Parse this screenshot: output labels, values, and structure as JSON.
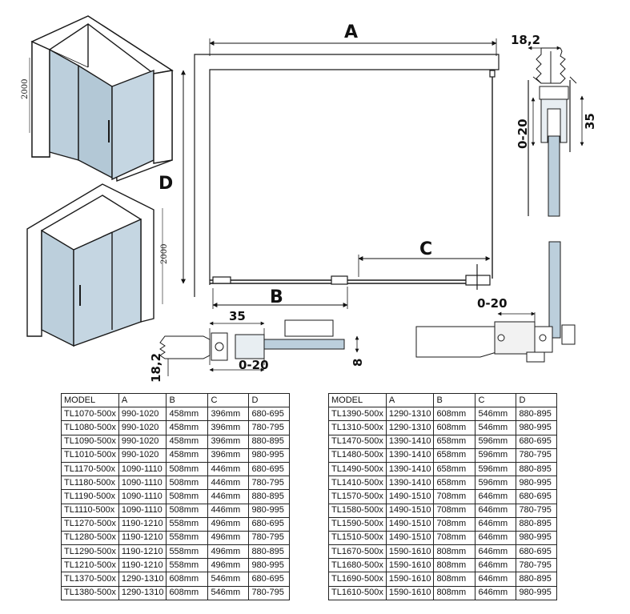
{
  "dimensions": {
    "a": "A",
    "b": "B",
    "c": "C",
    "d": "D",
    "width_18_2_top": "18,2",
    "height_35": "35",
    "range_0_20_side": "0-20",
    "range_0_20_bottom": "0-20",
    "width_35": "35",
    "range_0_20_profile": "0-20",
    "height_18_2": "18,2",
    "glass_8": "8",
    "height_2000_top": "2000",
    "height_2000_bottom": "2000"
  },
  "tables": {
    "left": {
      "headers": [
        "MODEL",
        "A",
        "B",
        "C",
        "D"
      ],
      "rows": [
        [
          "TL1070-500x",
          "990-1020",
          "458mm",
          "396mm",
          "680-695"
        ],
        [
          "TL1080-500x",
          "990-1020",
          "458mm",
          "396mm",
          "780-795"
        ],
        [
          "TL1090-500x",
          "990-1020",
          "458mm",
          "396mm",
          "880-895"
        ],
        [
          "TL1010-500x",
          "990-1020",
          "458mm",
          "396mm",
          "980-995"
        ],
        [
          "TL1170-500x",
          "1090-1110",
          "508mm",
          "446mm",
          "680-695"
        ],
        [
          "TL1180-500x",
          "1090-1110",
          "508mm",
          "446mm",
          "780-795"
        ],
        [
          "TL1190-500x",
          "1090-1110",
          "508mm",
          "446mm",
          "880-895"
        ],
        [
          "TL1110-500x",
          "1090-1110",
          "508mm",
          "446mm",
          "980-995"
        ],
        [
          "TL1270-500x",
          "1190-1210",
          "558mm",
          "496mm",
          "680-695"
        ],
        [
          "TL1280-500x",
          "1190-1210",
          "558mm",
          "496mm",
          "780-795"
        ],
        [
          "TL1290-500x",
          "1190-1210",
          "558mm",
          "496mm",
          "880-895"
        ],
        [
          "TL1210-500x",
          "1190-1210",
          "558mm",
          "496mm",
          "980-995"
        ],
        [
          "TL1370-500x",
          "1290-1310",
          "608mm",
          "546mm",
          "680-695"
        ],
        [
          "TL1380-500x",
          "1290-1310",
          "608mm",
          "546mm",
          "780-795"
        ]
      ]
    },
    "right": {
      "headers": [
        "MODEL",
        "A",
        "B",
        "C",
        "D"
      ],
      "rows": [
        [
          "TL1390-500x",
          "1290-1310",
          "608mm",
          "546mm",
          "880-895"
        ],
        [
          "TL1310-500x",
          "1290-1310",
          "608mm",
          "546mm",
          "980-995"
        ],
        [
          "TL1470-500x",
          "1390-1410",
          "658mm",
          "596mm",
          "680-695"
        ],
        [
          "TL1480-500x",
          "1390-1410",
          "658mm",
          "596mm",
          "780-795"
        ],
        [
          "TL1490-500x",
          "1390-1410",
          "658mm",
          "596mm",
          "880-895"
        ],
        [
          "TL1410-500x",
          "1390-1410",
          "658mm",
          "596mm",
          "980-995"
        ],
        [
          "TL1570-500x",
          "1490-1510",
          "708mm",
          "646mm",
          "680-695"
        ],
        [
          "TL1580-500x",
          "1490-1510",
          "708mm",
          "646mm",
          "780-795"
        ],
        [
          "TL1590-500x",
          "1490-1510",
          "708mm",
          "646mm",
          "880-895"
        ],
        [
          "TL1510-500x",
          "1490-1510",
          "708mm",
          "646mm",
          "980-995"
        ],
        [
          "TL1670-500x",
          "1590-1610",
          "808mm",
          "646mm",
          "680-695"
        ],
        [
          "TL1680-500x",
          "1590-1610",
          "808mm",
          "646mm",
          "780-795"
        ],
        [
          "TL1690-500x",
          "1590-1610",
          "808mm",
          "646mm",
          "880-895"
        ],
        [
          "TL1610-500x",
          "1590-1610",
          "808mm",
          "646mm",
          "980-995"
        ]
      ]
    }
  },
  "colors": {
    "glass": "#bccfdc",
    "glass_dark": "#9fb6c6",
    "line": "#1a1a1a",
    "wall": "#ffffff"
  }
}
